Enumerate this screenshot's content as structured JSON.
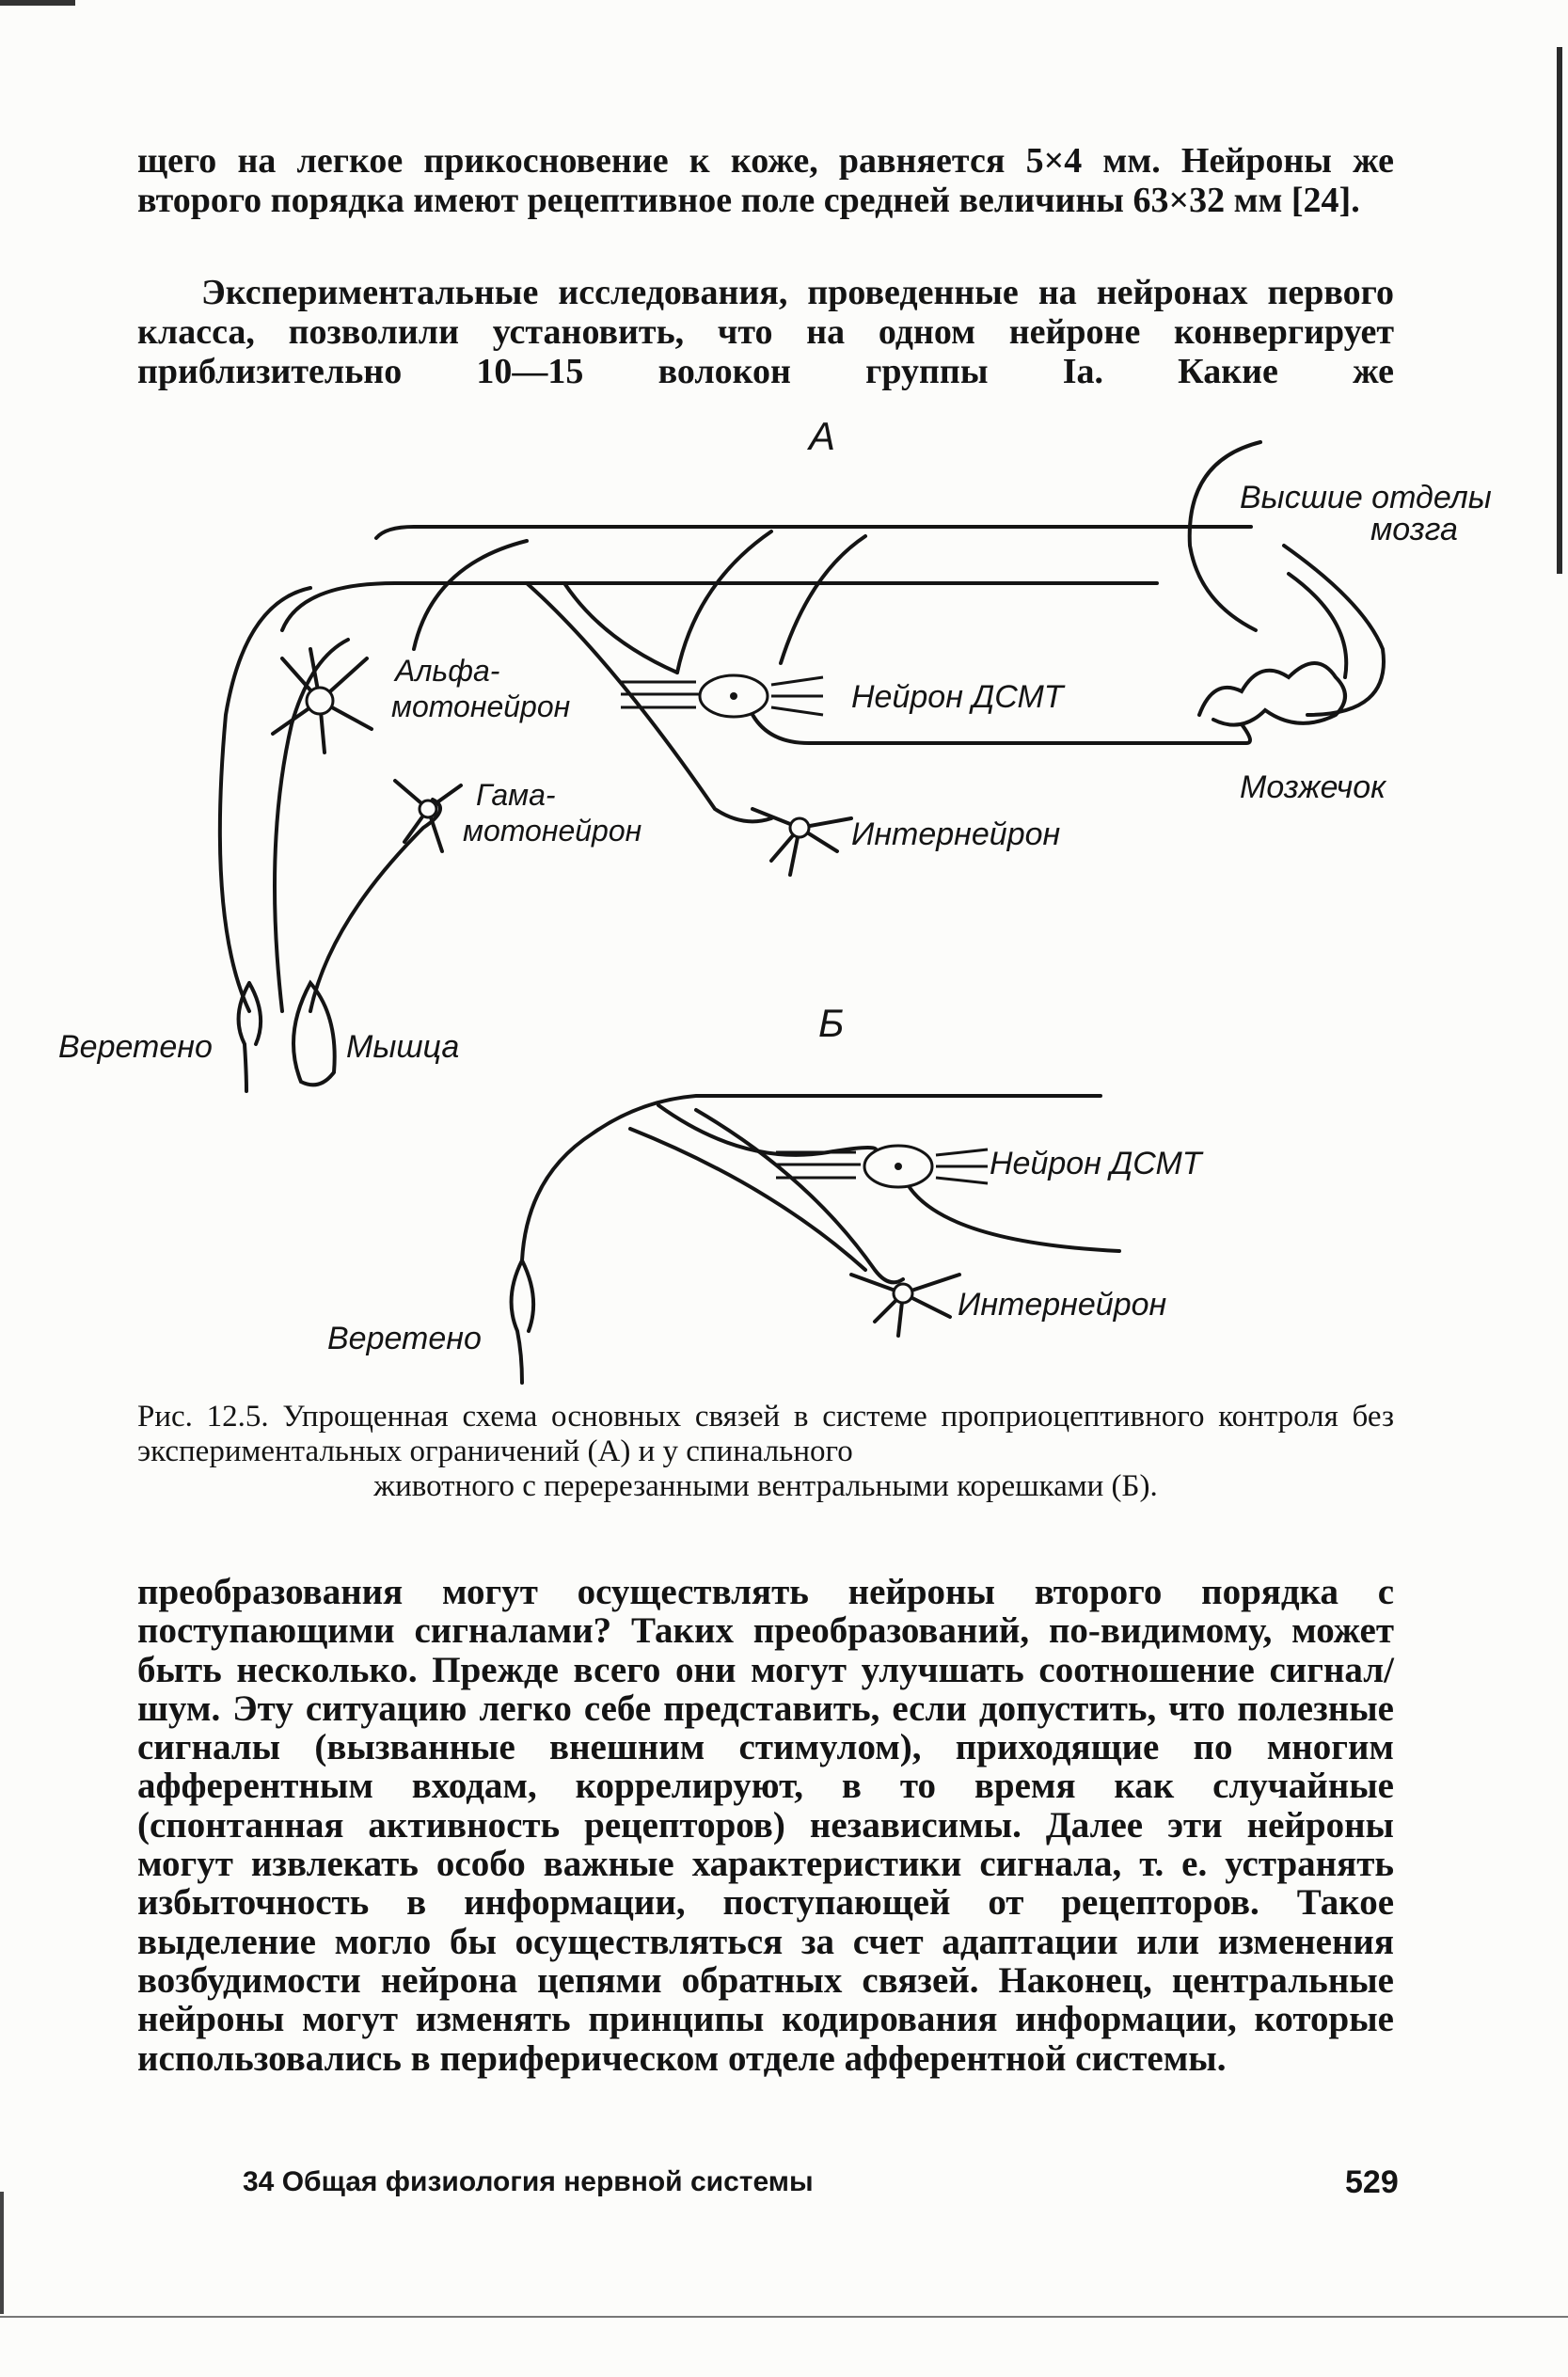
{
  "page": {
    "para_top_1": "щего на легкое прикосновение к коже, равняется 5×4 мм. Нейроны же второго порядка имеют рецептивное поле средней величины 63×32 мм [24].",
    "para_top_2": "Экспериментальные исследования, проведенные на нейронах первого класса, позволили установить, что на одном нейроне конвергирует приблизительно 10—15 волокон группы Ia. Какие же",
    "para_bottom": "преобразования могут осуществлять нейроны второго порядка с поступающими сигналами? Таких преобразований, по-видимому, может быть несколько. Прежде всего они могут улучшать соотношение сигнал/шум. Эту ситуацию легко себе представить, если допустить, что полезные сигналы (вызванные внешним стимулом), приходящие по многим афферентным входам, коррелируют, в то время как случайные (спонтанная активность рецепторов) независимы. Далее эти нейроны могут извлекать особо важные характеристики сигнала, т. е. устранять избыточность в информации, поступающей от рецепторов. Такое выделение могло бы осуществляться за счет адаптации или изменения возбудимости нейрона цепями обратных связей. Наконец, центральные нейроны могут изменять принципы кодирования информации, которые использовались в периферическом отделе афферентной системы."
  },
  "figure": {
    "panel_a": "А",
    "panel_b": "Б",
    "labels_a": {
      "higher_brain_1": "Высшие отделы",
      "higher_brain_2": "мозга",
      "alpha_1": "Альфа-",
      "alpha_2": "мотонейрон",
      "dsct": "Нейрон ДСМТ",
      "cerebellum": "Мозжечок",
      "gamma_1": "Гама-",
      "gamma_2": "мотонейрон",
      "interneuron": "Интернейрон",
      "spindle": "Веретено",
      "muscle": "Мышца"
    },
    "labels_b": {
      "dsct": "Нейрон ДСМТ",
      "interneuron": "Интернейрон",
      "spindle": "Веретено"
    },
    "caption_line_1": "Рис. 12.5. Упрощенная схема основных связей в системе проприоцептивного контроля без экспериментальных ограничений (А) и у спинального",
    "caption_line_3": "животного с перерезанными вентральными корешками (Б)."
  },
  "footer": {
    "section": "34 Общая физиология нервной системы",
    "page_number": "529"
  }
}
